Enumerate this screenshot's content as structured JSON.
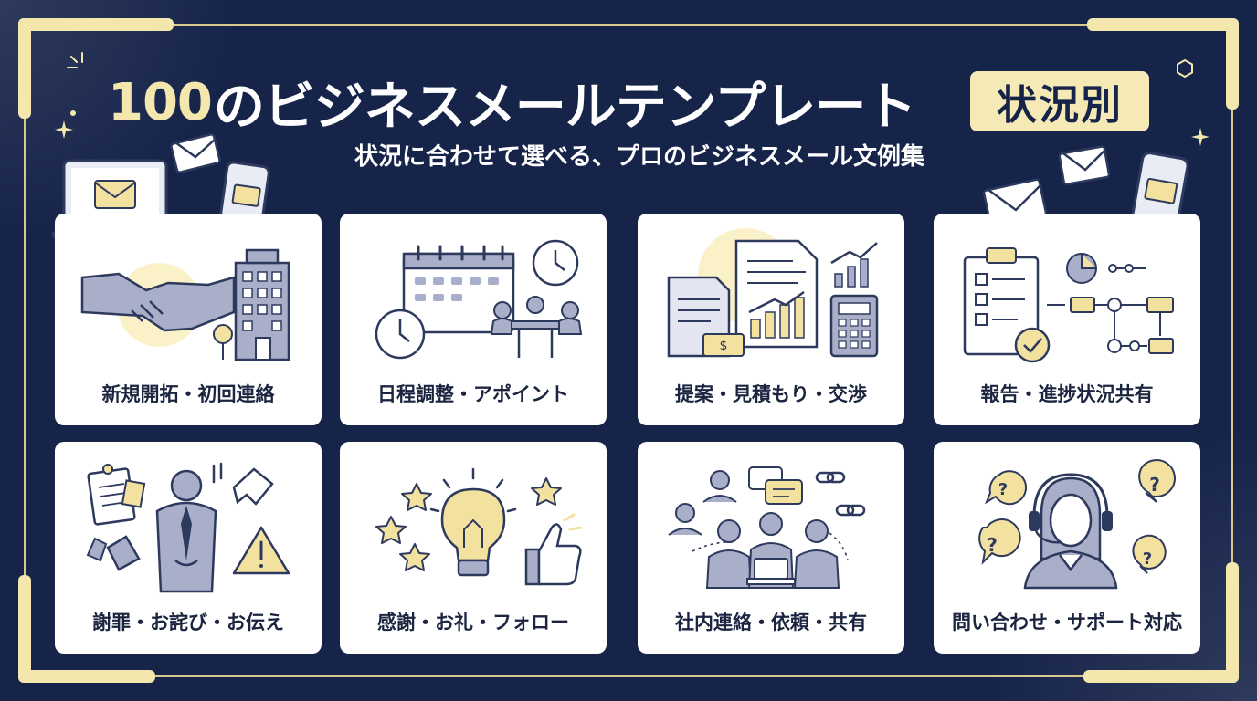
{
  "header": {
    "title_number": "100",
    "title_text": "のビジネスメールテンプレート",
    "badge": "状況別",
    "subtitle": "状況に合わせて選べる、プロのビジネスメール文例集"
  },
  "cards": [
    {
      "label": "新規開拓・初回連絡",
      "icon": "handshake-building-icon"
    },
    {
      "label": "日程調整・アポイント",
      "icon": "calendar-meeting-icon"
    },
    {
      "label": "提案・見積もり・交渉",
      "icon": "proposal-documents-icon"
    },
    {
      "label": "報告・進捗状況共有",
      "icon": "checklist-flowchart-icon"
    },
    {
      "label": "謝罪・お詫び・お伝え",
      "icon": "apology-bow-icon"
    },
    {
      "label": "感謝・お礼・フォロー",
      "icon": "lightbulb-thumbsup-icon"
    },
    {
      "label": "社内連絡・依頼・共有",
      "icon": "team-chat-icon"
    },
    {
      "label": "問い合わせ・サポート対応",
      "icon": "support-operator-icon"
    }
  ],
  "colors": {
    "background": "#17244a",
    "accent": "#f3e7ae",
    "card": "#ffffff",
    "icon_stroke": "#2d3a5e",
    "icon_fill": "#a9afc9"
  }
}
